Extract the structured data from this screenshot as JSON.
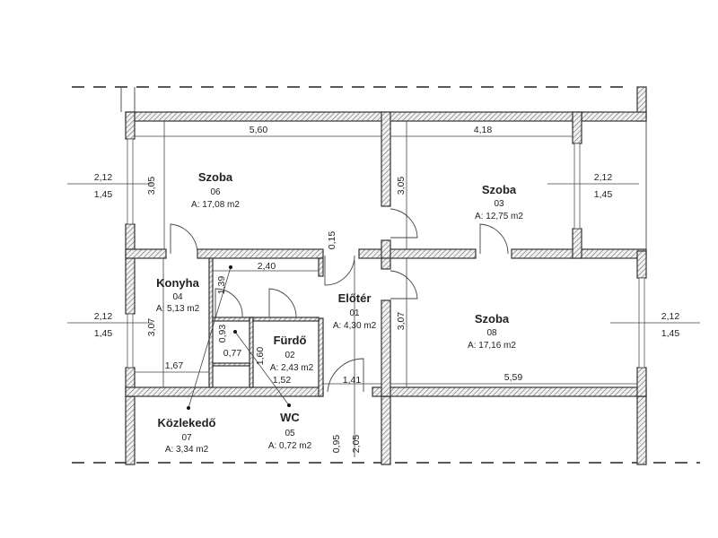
{
  "rooms": [
    {
      "name": "Szoba",
      "number": "06",
      "area": "A: 17,08 m2"
    },
    {
      "name": "Szoba",
      "number": "03",
      "area": "A: 12,75 m2"
    },
    {
      "name": "Konyha",
      "number": "04",
      "area": "A: 5,13 m2"
    },
    {
      "name": "Előtér",
      "number": "01",
      "area": "A: 4,30 m2"
    },
    {
      "name": "Szoba",
      "number": "08",
      "area": "A: 17,16 m2"
    },
    {
      "name": "Fürdő",
      "number": "02",
      "area": "A: 2,43 m2"
    },
    {
      "name": "Közlekedő",
      "number": "07",
      "area": "A: 3,34 m2"
    },
    {
      "name": "WC",
      "number": "05",
      "area": "A: 0,72 m2"
    }
  ],
  "dimensions": {
    "room06_width": "5,60",
    "room06_height": "3,05",
    "room03_width": "4,18",
    "room03_height": "3,05",
    "hall_width": "2,40",
    "hall_height": "1,39",
    "wc_height": "0,93",
    "wc_width": "0,77",
    "bath_height": "1,60",
    "bath_width": "1,52",
    "kitchen_height": "3,07",
    "kitchen_width": "1,67",
    "entry_height": "0,15",
    "entry_width": "1,41",
    "room08_height": "3,07",
    "room08_width": "5,59",
    "door_height_1": "0,95",
    "door_height_2": "2,05"
  },
  "windows": [
    {
      "top": "2,12",
      "bottom": "1,45"
    },
    {
      "top": "2,12",
      "bottom": "1,45"
    },
    {
      "top": "2,12",
      "bottom": "1,45"
    },
    {
      "top": "2,12",
      "bottom": "1,45"
    }
  ]
}
